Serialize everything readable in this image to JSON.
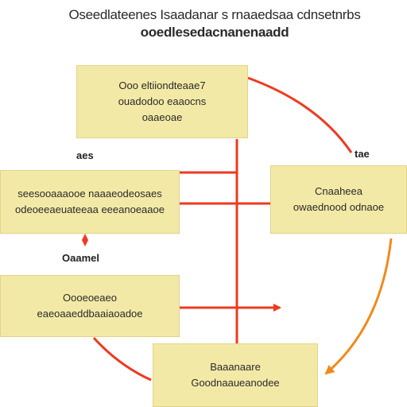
{
  "title": {
    "line1": "Oseedlateenes Isaadanar s rnaaedsaa cdnsetnrbs",
    "line2": "ooedlesedacnanenaadd"
  },
  "colors": {
    "box_fill": "#f3e9a6",
    "box_border": "#e2d38a",
    "arrow_red": "#ee3a1f",
    "arrow_orange": "#f08a1c"
  },
  "boxes": {
    "top_left": {
      "lines": [
        "Ooo eltiiondteaae7",
        "ouadodoo eaaocns",
        "oaaeoae"
      ]
    },
    "right": {
      "lines": [
        "Cnaaheea",
        "owaednood odnaoe"
      ]
    },
    "mid_left": {
      "lines": [
        "seesooaaaooe naaaeodeosaes",
        "odeoeeaeuateeaa eeeanoeaaoe"
      ]
    },
    "lower_left": {
      "lines": [
        "Oooeoeaeo",
        "eaeoaaeddbaaiaoadoe"
      ]
    },
    "bottom": {
      "lines": [
        "Baaanaare",
        "Goodnaaueanodee"
      ]
    }
  },
  "labels": {
    "left_upper": "aes",
    "right_upper": "tae",
    "left_mid": "Oaamel"
  }
}
